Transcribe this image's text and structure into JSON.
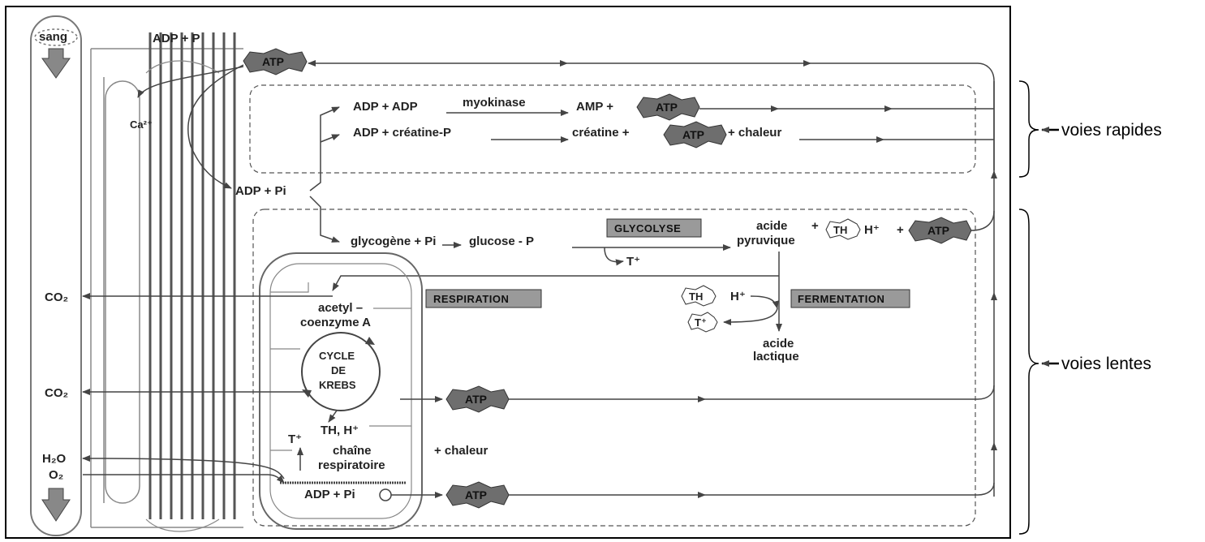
{
  "labels": {
    "sang": "sang",
    "adp_p_top": "ADP + P",
    "atp": "ATP",
    "ca": "Ca²⁺",
    "adp_adp": "ADP + ADP",
    "myokinase": "myokinase",
    "amp": "AMP +",
    "adp_creatine": "ADP + créatine-P",
    "creatine": "créatine +",
    "chaleur_top": "+ chaleur",
    "adp_pi_left": "ADP + Pi",
    "glycogene": "glycogène + Pi",
    "glucose": "glucose - P",
    "glycolyse": "GLYCOLYSE",
    "t_plus_glyco": "T⁺",
    "acide": "acide",
    "pyruvique": "pyruvique",
    "th": "TH",
    "h_plus": "H⁺",
    "plus": "+",
    "co2": "CO₂",
    "respiration": "RESPIRATION",
    "acetyl": "acetyl –",
    "coenzyme": "coenzyme A",
    "t_plus": "T⁺",
    "fermentation": "FERMENTATION",
    "acide2": "acide",
    "lactique": "lactique",
    "cycle": "CYCLE",
    "de": "DE",
    "krebs": "KREBS",
    "th_h": "TH, H⁺",
    "chaine": "chaîne",
    "respiratoire": "respiratoire",
    "chaleur_bottom": "+ chaleur",
    "h2o": "H₂O",
    "o2": "O₂",
    "adp_pi_bottom": "ADP + Pi"
  },
  "side_labels": {
    "rapides": "voies rapides",
    "lentes": "voies lentes"
  },
  "colors": {
    "atp_fill": "#6e6e6e",
    "box_fill": "#9a9a9a",
    "line": "#444444"
  }
}
